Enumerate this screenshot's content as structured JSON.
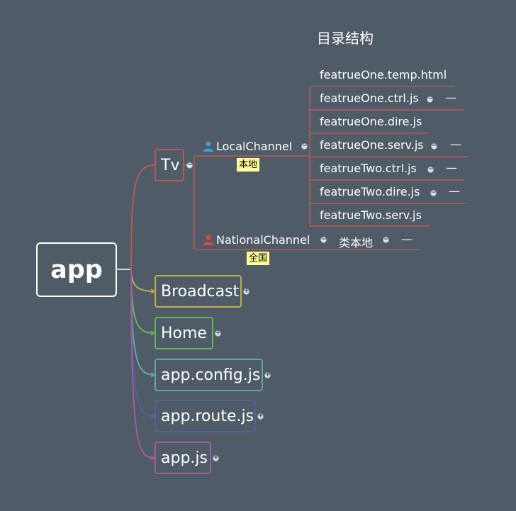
{
  "title": "目录结构",
  "root": {
    "label": "app"
  },
  "branches": [
    {
      "label": "Tv",
      "color": "#b85a55"
    },
    {
      "label": "Broadcast",
      "color": "#b9b04e"
    },
    {
      "label": "Home",
      "color": "#6cb25e"
    },
    {
      "label": "app.config.js",
      "color": "#5eaaa0"
    },
    {
      "label": "app.route.js",
      "color": "#5c5d9e"
    },
    {
      "label": "app.js",
      "color": "#a45aa5"
    }
  ],
  "tv_children": [
    {
      "label": "LocalChannel",
      "tag": "本地",
      "icon": "person-blue-icon",
      "icon_color": "#3aa0d8"
    },
    {
      "label": "NationalChannel",
      "tag": "全国",
      "icon": "person-red-icon",
      "icon_color": "#e04a3a",
      "child": "类本地"
    }
  ],
  "local_files": [
    {
      "label": "featrueOne.temp.html"
    },
    {
      "label": "featrueOne.ctrl.js"
    },
    {
      "label": "featrueOne.dire.js"
    },
    {
      "label": "featrueOne.serv.js"
    },
    {
      "label": "featrueTwo.ctrl.js"
    },
    {
      "label": "featrueTwo.dire.js"
    },
    {
      "label": "featrueTwo.serv.js"
    }
  ],
  "collapse_symbol": "−",
  "expand_symbol": "+",
  "dash_symbol": "—"
}
